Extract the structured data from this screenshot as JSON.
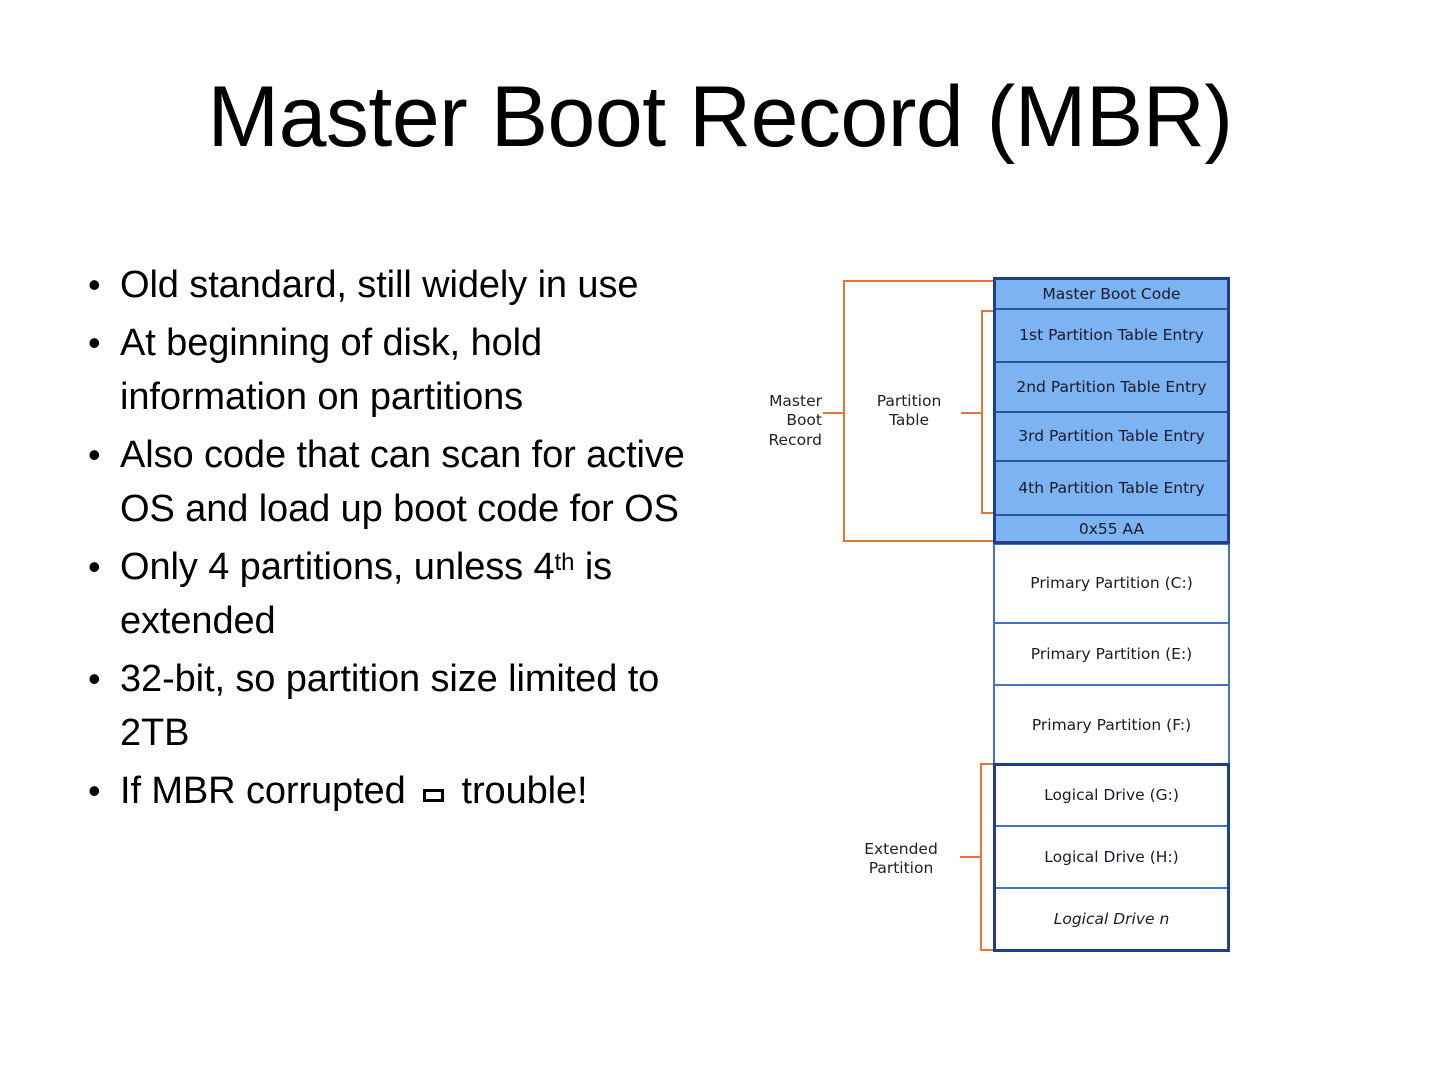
{
  "slide": {
    "title": "Master Boot Record (MBR)",
    "bullet_marker": "•",
    "bullets": [
      {
        "text": "Old standard, still widely in use"
      },
      {
        "text": "At beginning of disk, hold information on partitions"
      },
      {
        "text": "Also code that can scan for active OS and load up boot code for OS"
      },
      {
        "prefix": "Only 4 partitions, unless 4",
        "superscript": "th",
        "suffix": " is extended"
      },
      {
        "text": "32-bit, so partition size limited to 2TB"
      },
      {
        "prefix": "If MBR corrupted ",
        "glyph": "missing-glyph-box",
        "suffix": " trouble!"
      }
    ]
  },
  "diagram": {
    "name": "mbr-disk-layout-diagram",
    "colors": {
      "blue_fill": "#7cb3f0",
      "blue_border": "#2a52a5",
      "outline": "#1f3e8c",
      "row_border": "#4472c4",
      "bracket": "#e1763c",
      "background": "#fffffd"
    },
    "brackets": [
      {
        "id": "master-boot-record",
        "label_line1": "Master",
        "label_line2": "Boot",
        "label_line3": "Record"
      },
      {
        "id": "partition-table",
        "label_line1": "Partition",
        "label_line2": "Table"
      },
      {
        "id": "extended-partition",
        "label_line1": "Extended",
        "label_line2": "Partition"
      }
    ],
    "rows": [
      {
        "id": "master-boot-code",
        "label": "Master Boot Code",
        "filled": true
      },
      {
        "id": "partition-entry-1",
        "label": "1st Partition Table Entry",
        "filled": true
      },
      {
        "id": "partition-entry-2",
        "label": "2nd Partition Table Entry",
        "filled": true
      },
      {
        "id": "partition-entry-3",
        "label": "3rd Partition Table Entry",
        "filled": true
      },
      {
        "id": "partition-entry-4",
        "label": "4th Partition Table Entry",
        "filled": true
      },
      {
        "id": "signature",
        "label": "0x55 AA",
        "filled": true
      },
      {
        "id": "primary-partition-c",
        "label": "Primary Partition (C:)",
        "filled": false
      },
      {
        "id": "primary-partition-e",
        "label": "Primary Partition (E:)",
        "filled": false
      },
      {
        "id": "primary-partition-f",
        "label": "Primary Partition (F:)",
        "filled": false
      },
      {
        "id": "logical-drive-g",
        "label": "Logical Drive (G:)",
        "filled": false
      },
      {
        "id": "logical-drive-h",
        "label": "Logical Drive (H:)",
        "filled": false
      },
      {
        "id": "logical-drive-n",
        "label": "Logical Drive n",
        "filled": false,
        "italic_tail": "n"
      }
    ]
  }
}
